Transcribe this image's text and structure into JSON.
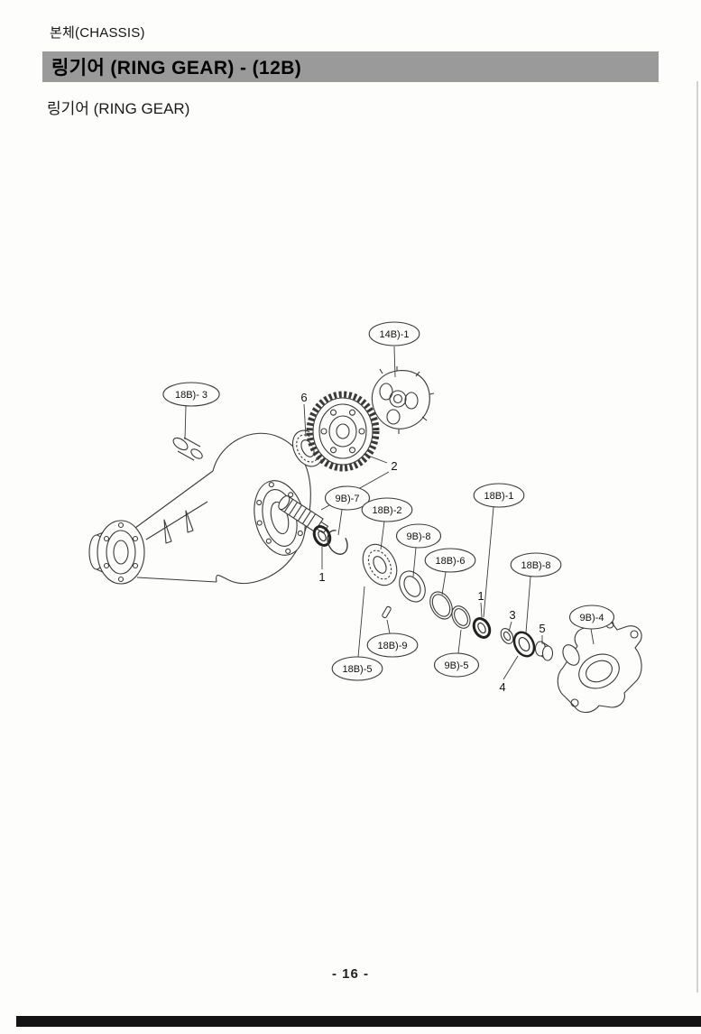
{
  "page": {
    "breadcrumb": "본체(CHASSIS)",
    "title": "링기어 (RING GEAR) - (12B)",
    "subtitle": "링기어 (RING GEAR)",
    "page_number": "- 16 -"
  },
  "colors": {
    "title_bar_bg": "#9a9a9a",
    "line_art": "#3a3a3a",
    "footer_bar": "#141414",
    "paper": "#fdfdfc"
  },
  "diagram": {
    "description": "Exploded parts view of ring gear / differential carrier assembly with axle housing",
    "callouts": [
      {
        "id": "c14b1",
        "label": "14B)-1",
        "circled": true
      },
      {
        "id": "c18b3",
        "label": "18B)- 3",
        "circled": true
      },
      {
        "id": "c6",
        "label": "6",
        "circled": false
      },
      {
        "id": "c2",
        "label": "2",
        "circled": false
      },
      {
        "id": "c9b7",
        "label": "9B)-7",
        "circled": true
      },
      {
        "id": "c18b2",
        "label": "18B)-2",
        "circled": true
      },
      {
        "id": "c9b8",
        "label": "9B)-8",
        "circled": true
      },
      {
        "id": "c18b1",
        "label": "18B)-1",
        "circled": true
      },
      {
        "id": "c18b6",
        "label": "18B)-6",
        "circled": true
      },
      {
        "id": "c18b8",
        "label": "18B)-8",
        "circled": true
      },
      {
        "id": "c9b4",
        "label": "9B)-4",
        "circled": true
      },
      {
        "id": "c18b9",
        "label": "18B)-9",
        "circled": true
      },
      {
        "id": "c18b5",
        "label": "18B)-5",
        "circled": true
      },
      {
        "id": "c9b5",
        "label": "9B)-5",
        "circled": true
      },
      {
        "id": "c1a",
        "label": "1",
        "circled": false
      },
      {
        "id": "c1b",
        "label": "1",
        "circled": false
      },
      {
        "id": "c3",
        "label": "3",
        "circled": false
      },
      {
        "id": "c5",
        "label": "5",
        "circled": false
      },
      {
        "id": "c4",
        "label": "4",
        "circled": false
      }
    ]
  }
}
